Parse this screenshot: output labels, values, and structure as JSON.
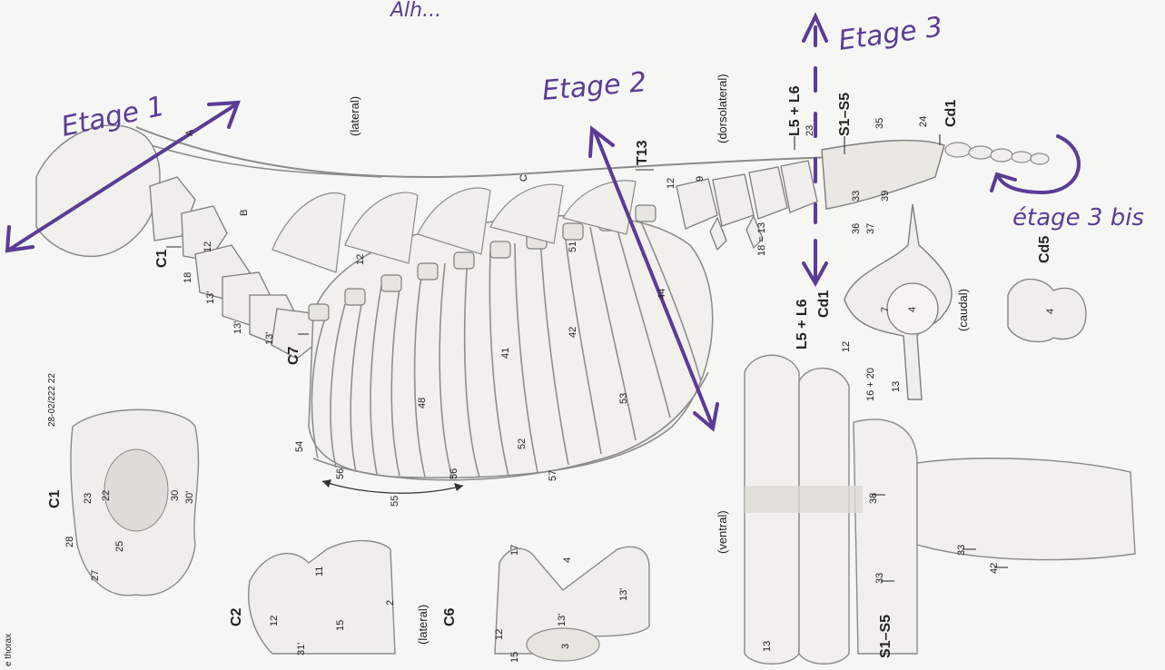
{
  "colors": {
    "paper": "#f6f6f4",
    "ink": "#222222",
    "bone_fill": "#f1f0ec",
    "bone_stroke": "#8a8a88",
    "handwriting": "#5a3c96"
  },
  "handwritten": {
    "stage1": "Etage 1",
    "stage2": "Etage 2",
    "stage3": "Etage 3",
    "stage3bis": "étage 3 bis",
    "top_partial": "Alh..."
  },
  "views": {
    "lateral_top": "(lateral)",
    "dorsolateral": "(dorsolateral)",
    "caudal": "(caudal)",
    "ventral": "(ventral)",
    "lateral_c2": "(lateral)"
  },
  "vertebrae": {
    "c1": "C1",
    "c7": "C7",
    "t13": "T13",
    "l5l6_top": "L5 + L6",
    "s1s5_top": "S1–S5",
    "cd1_top": "Cd1",
    "l5l6_mid": "L5 + L6",
    "cd1_mid": "Cd1",
    "cd5": "Cd5",
    "c1_bottom": "C1",
    "c2": "C2",
    "c6": "C6",
    "s1s5_bottom": "S1–S5"
  },
  "markers": {
    "A": "A",
    "B": "B",
    "C": "C",
    "n12_neck": "12",
    "n18_neck": "18",
    "n13p_a": "13'",
    "n13p_b": "13'",
    "n13p_c": "13'",
    "n12_ribs": "12",
    "n44": "44",
    "n51": "51",
    "n42": "42",
    "n41": "41",
    "n48": "48",
    "n53": "53",
    "n52": "52",
    "n54": "54",
    "n56a": "56",
    "n56b": "56",
    "n55": "55",
    "n57": "57",
    "n12_lumbar": "12",
    "n9": "9",
    "n18_13": "18 = 13",
    "n23": "23",
    "n24": "24",
    "n35": "35",
    "n33": "33",
    "n36": "36",
    "n37": "37",
    "n39": "39",
    "n4": "4",
    "n7": "7",
    "n12_cd1": "12",
    "n16_20": "16 + 20",
    "n13_cd1": "13",
    "n4_cd5": "4",
    "n38": "38",
    "n33_sac": "33",
    "n13_ventral": "13",
    "n33_right": "33",
    "n42_right": "42",
    "c1_30": "30",
    "c1_30p": "30'",
    "c1_23": "23",
    "c1_22": "22",
    "c1_28": "28",
    "c1_27": "27",
    "c1_25": "25",
    "c2_11": "11",
    "c2_12": "12",
    "c2_15": "15",
    "c2_2": "2",
    "c2_31": "31'",
    "c6_17": "17",
    "c6_4": "4",
    "c6_13": "13'",
    "c6_13b": "13'",
    "c6_12": "12",
    "c6_3": "3",
    "c6_15": "15",
    "side_code": "28-02/222 22",
    "corner": "e thorax"
  }
}
